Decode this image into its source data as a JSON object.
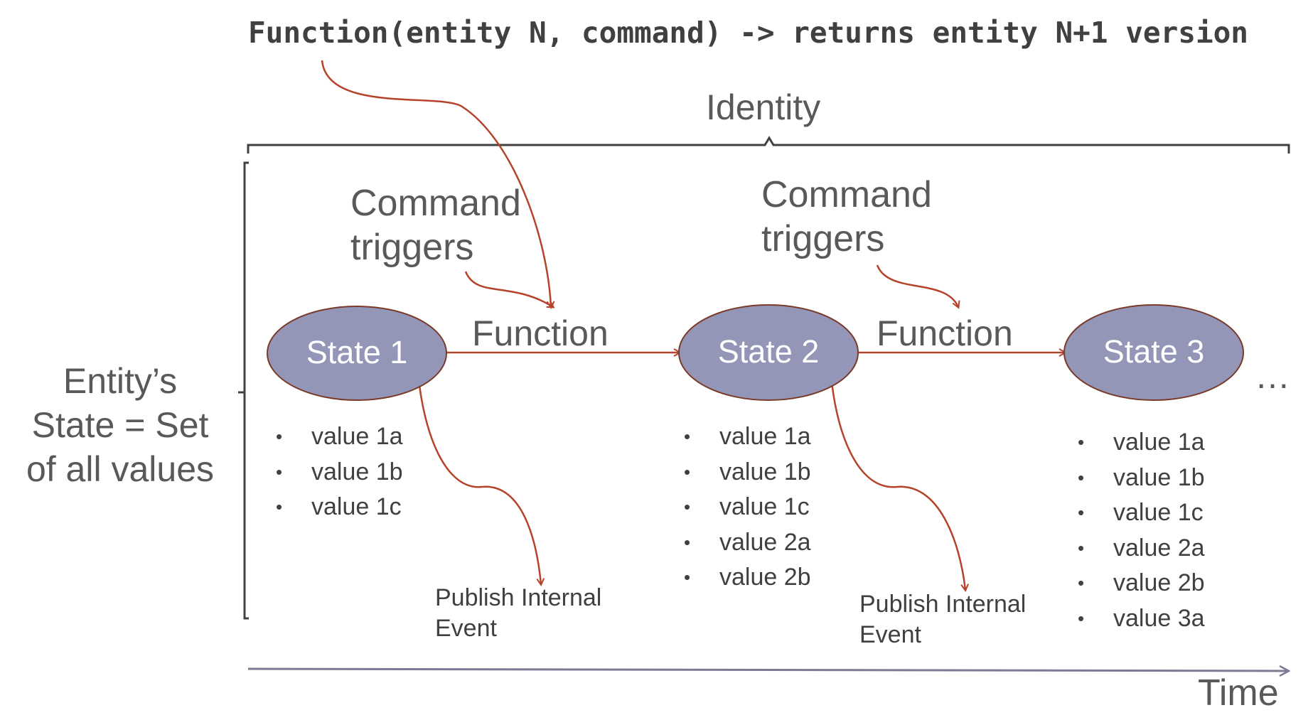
{
  "top_formula": "Function(entity N, command) -> returns entity N+1 version",
  "identity_label": "Identity",
  "left_label": [
    "Entity’s",
    "State = Set",
    "of all values"
  ],
  "command_labels": [
    [
      "Command",
      "triggers"
    ],
    [
      "Command",
      "triggers"
    ]
  ],
  "function_labels": [
    "Function",
    "Function"
  ],
  "states": [
    {
      "label": "State 1",
      "values": [
        "value 1a",
        "value 1b",
        "value 1c"
      ]
    },
    {
      "label": "State 2",
      "values": [
        "value 1a",
        "value 1b",
        "value 1c",
        "value 2a",
        "value 2b"
      ]
    },
    {
      "label": "State 3",
      "values": [
        "value 1a",
        "value 1b",
        "value 1c",
        "value 2a",
        "value 2b",
        "value 3a"
      ]
    }
  ],
  "publish_labels": [
    [
      "Publish Internal",
      "Event"
    ],
    [
      "Publish Internal",
      "Event"
    ]
  ],
  "ellipsis": "…",
  "time_label": "Time",
  "colors": {
    "state_fill": "#9396b6",
    "state_stroke": "#7a3a2a",
    "arrow": "#b5432b",
    "bracket": "#404040",
    "time_axis": "#7d7a96"
  }
}
